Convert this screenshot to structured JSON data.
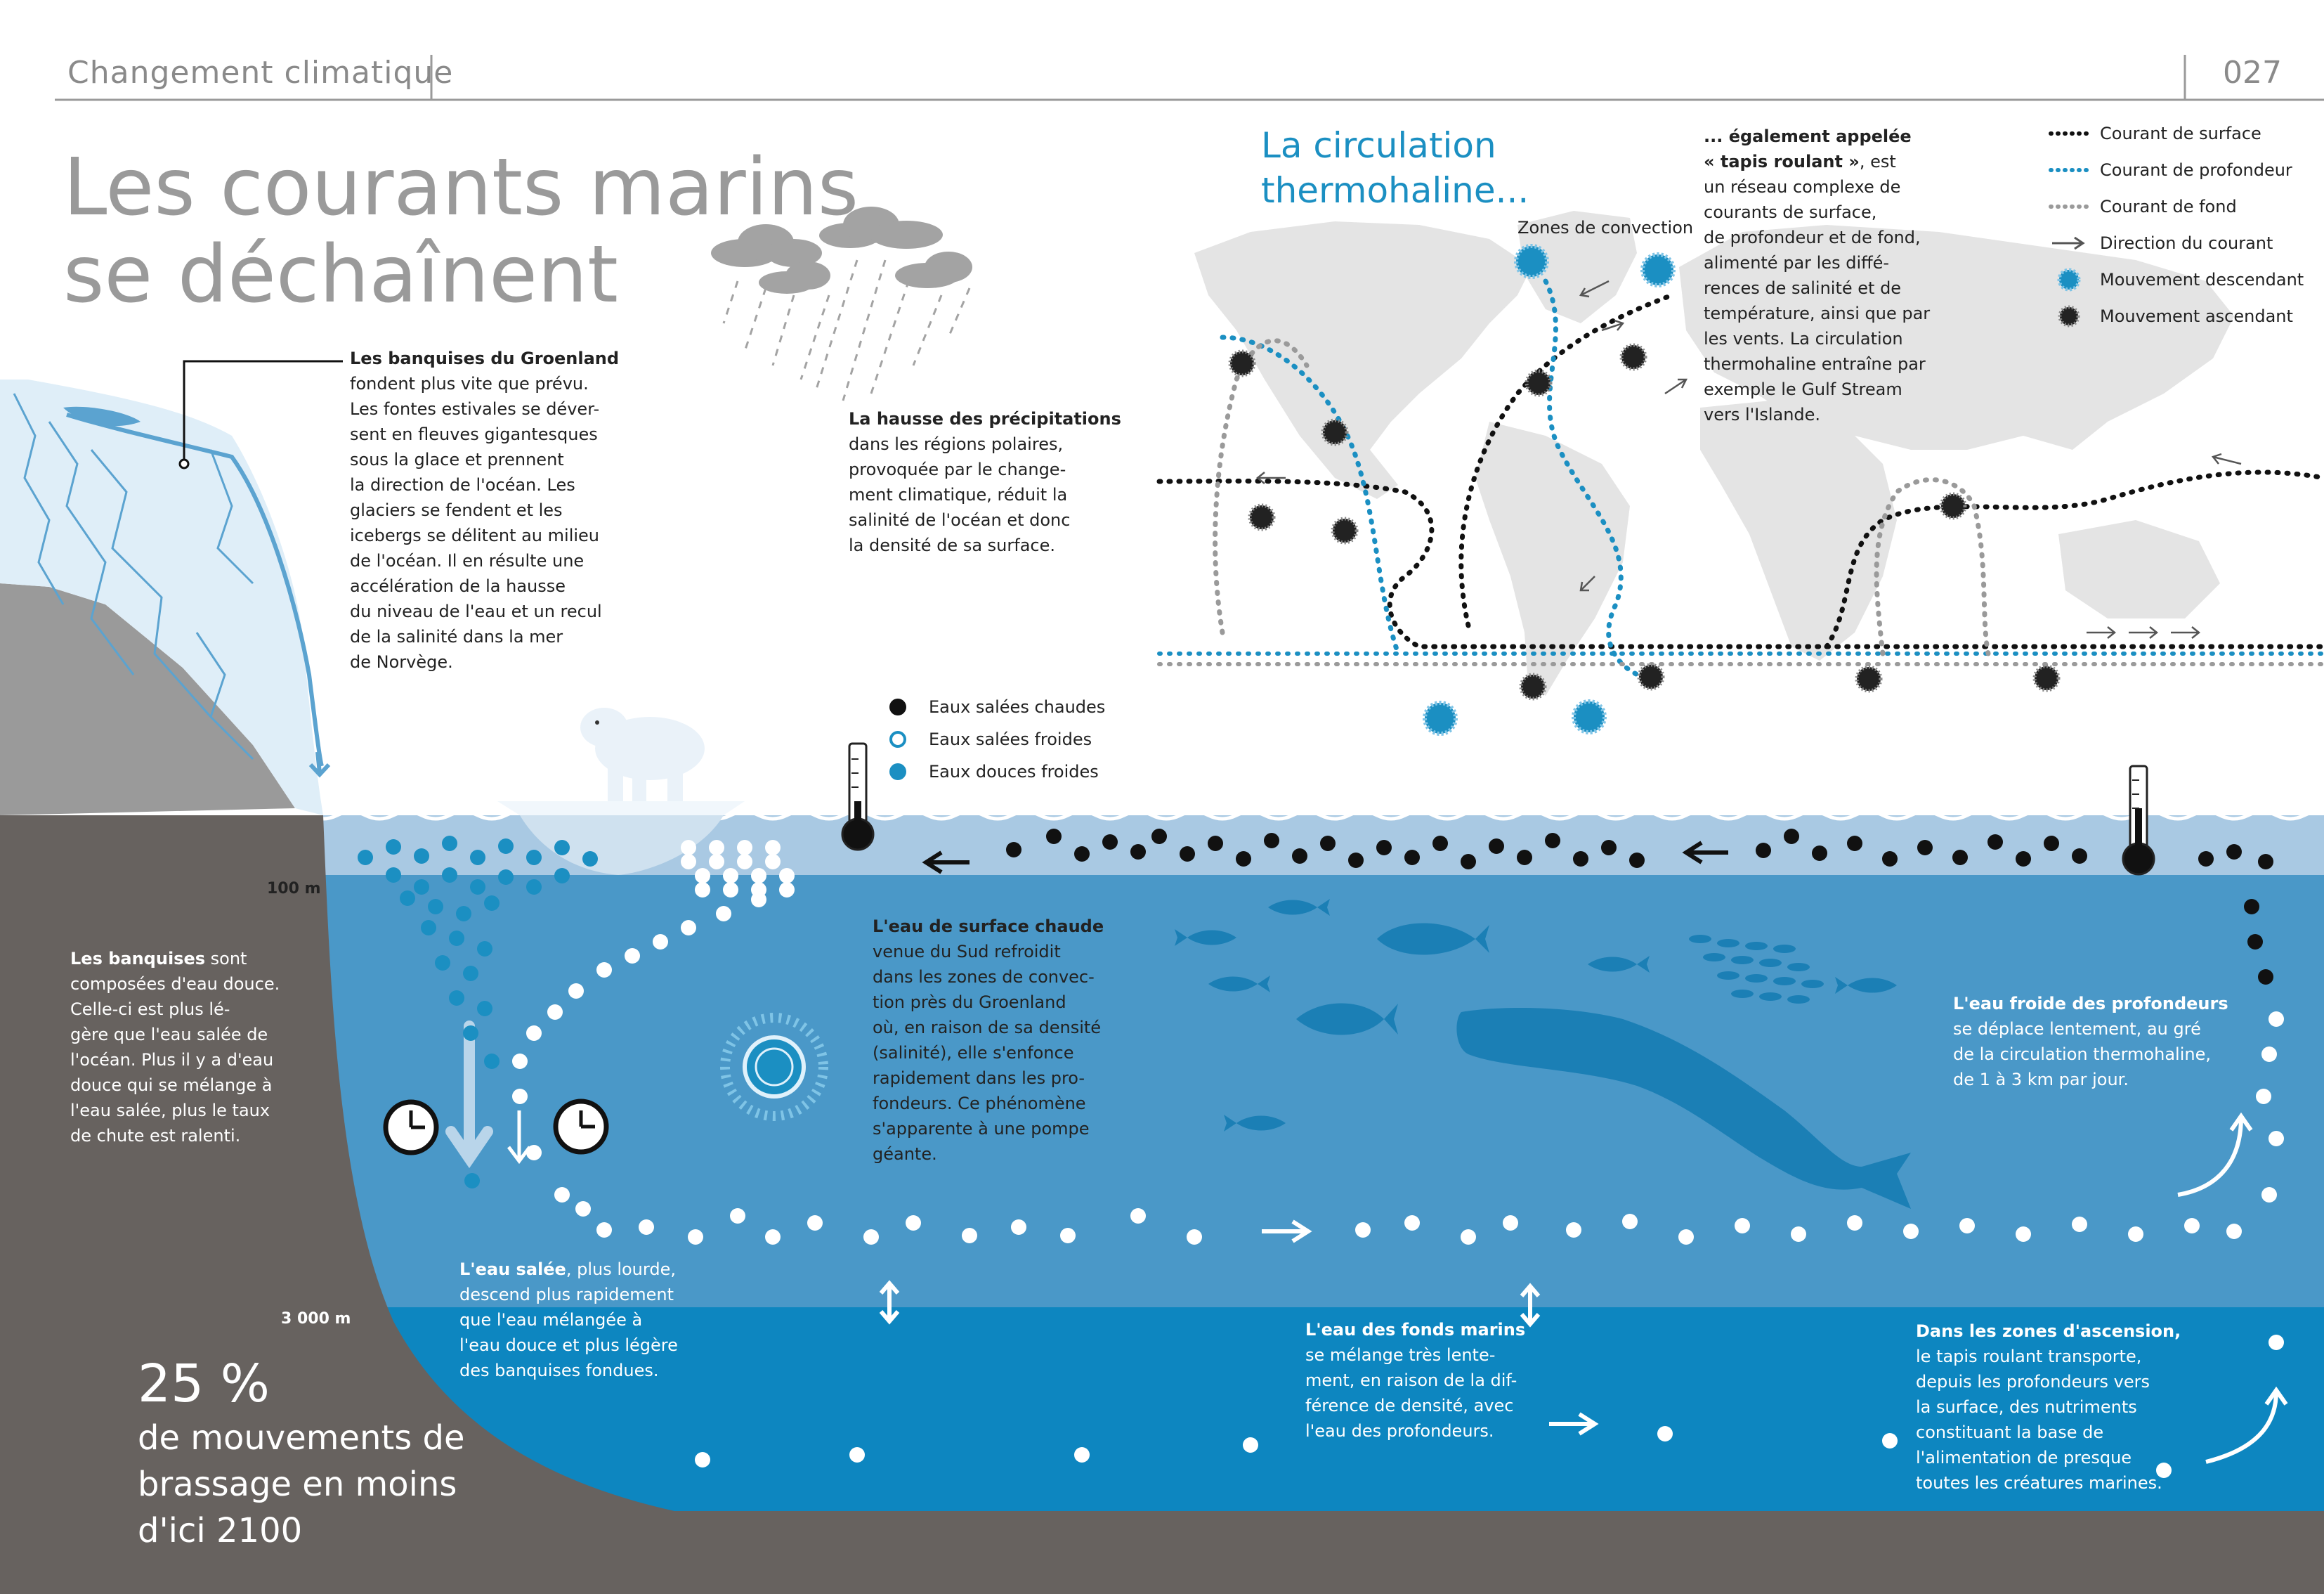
{
  "header": {
    "section": "Changement climatique",
    "page_number": "027"
  },
  "title": {
    "line1": "Les courants marins",
    "line2": "se déchaînent"
  },
  "map": {
    "title_line1": "La circulation",
    "title_line2": "thermohaline...",
    "convection_label": "Zones de convection"
  },
  "map_text": {
    "bold1": "... également appelée",
    "bold2": "« tapis roulant »",
    "l2_rest": ", est",
    "lines": [
      "un réseau complexe de",
      "courants de surface,",
      "de profondeur et de fond,",
      "alimenté par les diffé-",
      "rences de salinité et de",
      "température, ainsi que par",
      "les vents. La circulation",
      "thermohaline entraîne par",
      "exemple le Gulf Stream",
      "vers l'Islande."
    ]
  },
  "legend_map": [
    {
      "label": "Courant de surface",
      "kind": "surface",
      "color": "#111111"
    },
    {
      "label": "Courant de profondeur",
      "kind": "deep",
      "color": "#1b8fc2"
    },
    {
      "label": "Courant de fond",
      "kind": "bottom",
      "color": "#9a9a9a"
    },
    {
      "label": "Direction du courant",
      "kind": "arrow",
      "color": "#555555"
    },
    {
      "label": "Mouvement descendant",
      "kind": "down",
      "color": "#1b8fc2"
    },
    {
      "label": "Mouvement ascendant",
      "kind": "up",
      "color": "#222222"
    }
  ],
  "legend_water": [
    {
      "label": "Eaux salées chaudes",
      "kind": "hot",
      "color": "#111111"
    },
    {
      "label": "Eaux salées froides",
      "kind": "cold",
      "color": "#1b8fc2"
    },
    {
      "label": "Eaux douces froides",
      "kind": "fresh",
      "color": "#1b8fc2"
    }
  ],
  "greenland": {
    "bold": "Les banquises du Groenland",
    "lines": [
      "fondent plus vite que prévu.",
      "Les fontes estivales se déver-",
      "sent en fleuves gigantesques",
      "sous la glace et prennent",
      "la direction de l'océan. Les",
      "glaciers se fendent et les",
      "icebergs se délitent au milieu",
      "de l'océan. Il en résulte une",
      "accélération de la hausse",
      "du niveau de l'eau et un recul",
      "de la salinité dans la mer",
      "de Norvège."
    ]
  },
  "precip": {
    "bold": "La hausse des précipitations",
    "lines": [
      "dans les régions polaires,",
      "provoquée par le change-",
      "ment climatique, réduit la",
      "salinité de l'océan et donc",
      "la densité de sa surface."
    ]
  },
  "banquises": {
    "bold": "Les banquises",
    "first_rest": " sont",
    "lines": [
      "composées d'eau douce.",
      "Celle-ci est plus lé-",
      "gère que l'eau salée de",
      "l'océan. Plus il y a d'eau",
      "douce qui se mélange à",
      "l'eau salée, plus le taux",
      "de chute est ralenti."
    ]
  },
  "surface_chaude": {
    "bold": "L'eau de surface chaude",
    "lines": [
      "venue du Sud refroidit",
      "dans les zones de convec-",
      "tion près du Groenland",
      "où, en raison de sa densité",
      "(salinité), elle s'enfonce",
      "rapidement dans les pro-",
      "fondeurs. Ce phénomène",
      "s'apparente à une pompe",
      "géante."
    ]
  },
  "eau_froide": {
    "bold": "L'eau froide des profondeurs",
    "lines": [
      "se déplace lentement, au gré",
      "de la circulation thermohaline,",
      "de 1 à 3 km par jour."
    ]
  },
  "eau_salee": {
    "bold": "L'eau salée",
    "first_rest": ", plus lourde,",
    "lines": [
      "descend plus rapidement",
      "que l'eau mélangée à",
      "l'eau douce et plus légère",
      "des banquises fondues."
    ]
  },
  "fonds_marins": {
    "bold": "L'eau des fonds marins",
    "lines": [
      "se mélange très lente-",
      "ment, en raison de la dif-",
      "férence de densité, avec",
      "l'eau des profondeurs."
    ]
  },
  "ascension": {
    "bold": "Dans les zones d'ascension,",
    "lines": [
      "le tapis roulant transporte,",
      "depuis les profondeurs vers",
      "la surface, des nutriments",
      "constituant la base de",
      "l'alimentation de presque",
      "toutes les créatures marines."
    ]
  },
  "depths": {
    "d100": "100 m",
    "d3000": "3 000 m"
  },
  "stat": {
    "value": "25 %",
    "line1": "de mouvements de",
    "line2": "brassage en moins",
    "line3": "d'ici 2100"
  },
  "colors": {
    "ocean_mid": "#4a98c8",
    "ocean_deep": "#0d86c0",
    "ocean_surface": "#a9c9e3",
    "rock": "#67625f",
    "ice": "#dfeef8",
    "accent": "#1b8fc2",
    "land": "#e4e4e4"
  }
}
